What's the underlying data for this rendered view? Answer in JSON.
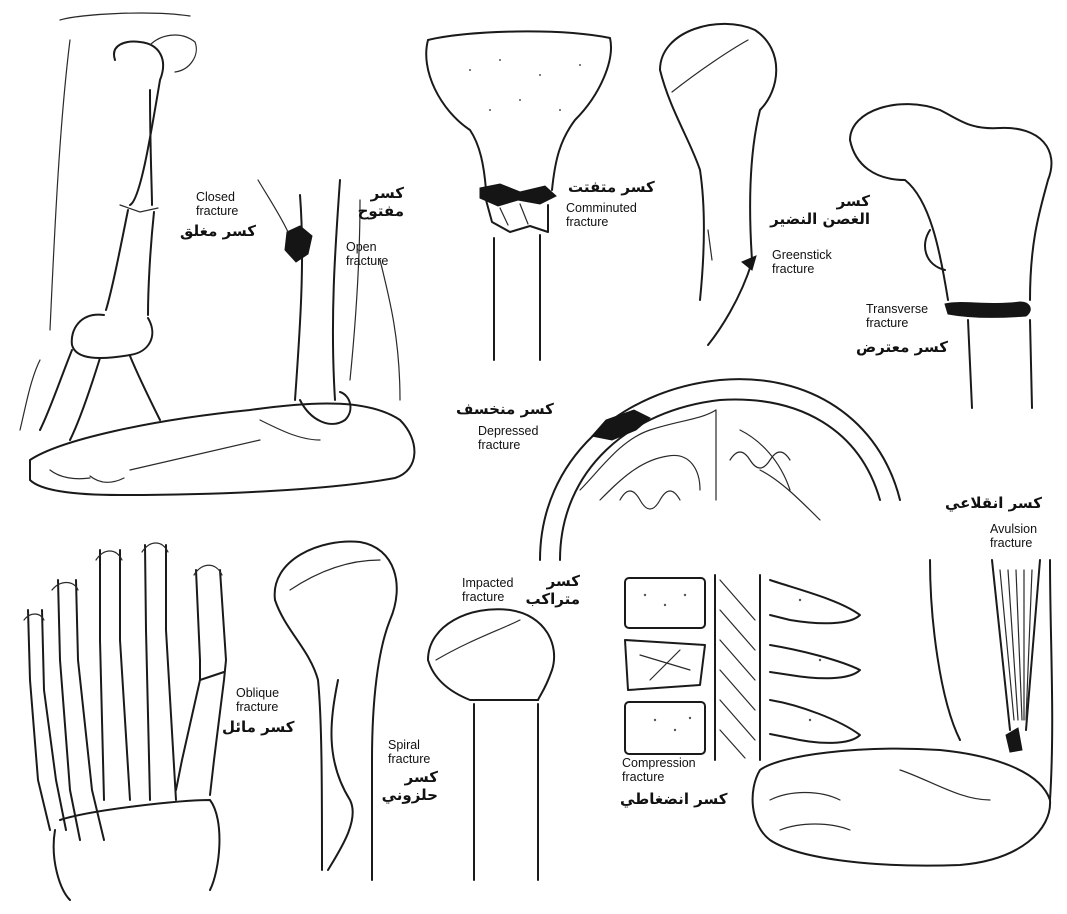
{
  "labels": {
    "closed": {
      "en": "Closed\nfracture",
      "ar": "كسر مغلق"
    },
    "open": {
      "en": "Open\nfracture",
      "ar": "كسر\nمفتوح"
    },
    "comminuted": {
      "en": "Comminuted\nfracture",
      "ar": "كسر متفتت"
    },
    "greenstick": {
      "en": "Greenstick\nfracture",
      "ar": "كسر\nالغصن النضير"
    },
    "transverse": {
      "en": "Transverse\nfracture",
      "ar": "كسر معترض"
    },
    "depressed": {
      "en": "Depressed\nfracture",
      "ar": "كسر منخسف"
    },
    "avulsion": {
      "en": "Avulsion\nfracture",
      "ar": "كسر انقلاعي"
    },
    "oblique": {
      "en": "Oblique\nfracture",
      "ar": "كسر مائل"
    },
    "spiral": {
      "en": "Spiral\nfracture",
      "ar": "كسر\nحلزوني"
    },
    "impacted": {
      "en": "Impacted\nfracture",
      "ar": "كسر\nمتراكب"
    },
    "compression": {
      "en": "Compression\nfracture",
      "ar": "كسر انضغاطي"
    }
  }
}
